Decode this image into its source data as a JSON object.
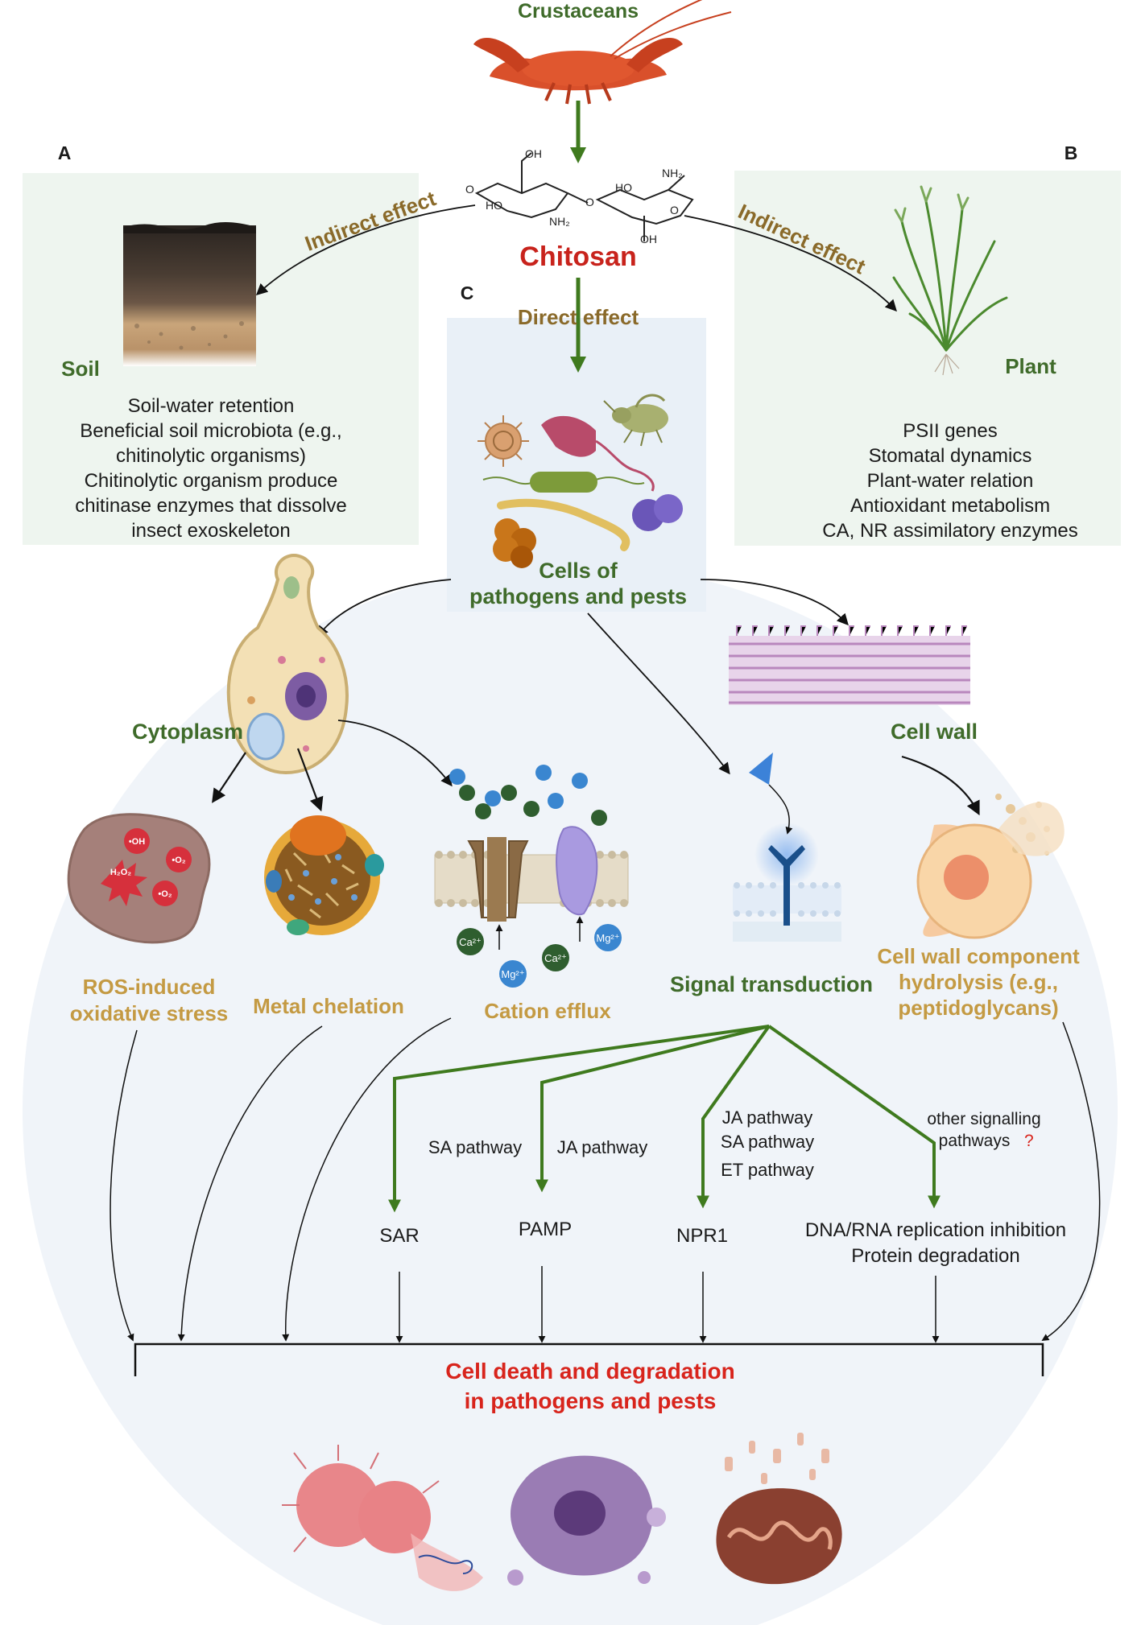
{
  "header": {
    "source_label": "Crustaceans",
    "compound_label": "Chitosan",
    "molecule_labels": [
      "OH",
      "HO",
      "NH₂",
      "O",
      "O",
      "HO",
      "NH₂",
      "O",
      "OH"
    ]
  },
  "panels": {
    "a": {
      "letter": "A",
      "arrow_label": "Indirect effect",
      "title": "Soil",
      "lines": [
        "Soil-water retention",
        "Beneficial soil microbiota (e.g.,",
        "chitinolytic organisms)",
        "Chitinolytic organism produce",
        "chitinase enzymes that dissolve",
        "insect exoskeleton"
      ]
    },
    "b": {
      "letter": "B",
      "arrow_label": "Indirect effect",
      "title": "Plant",
      "lines": [
        "PSII genes",
        "Stomatal dynamics",
        "Plant-water relation",
        "Antioxidant metabolism",
        "CA, NR assimilatory enzymes"
      ]
    },
    "c": {
      "letter": "C",
      "arrow_label": "Direct effect",
      "title_lines": [
        "Cells of",
        "pathogens and pests"
      ]
    }
  },
  "targets": {
    "cytoplasm": "Cytoplasm",
    "cell_wall": "Cell wall"
  },
  "mechanisms": {
    "ros_lines": [
      "ROS-induced",
      "oxidative stress"
    ],
    "ros_species": [
      "•OH",
      "H₂O₂",
      "•O₂",
      "•O₂"
    ],
    "chelation": "Metal chelation",
    "efflux": "Cation efflux",
    "ion_labels": [
      "Mg²⁺",
      "Ca²⁺"
    ],
    "signal": "Signal transduction",
    "hydrolysis_lines": [
      "Cell wall component",
      "hydrolysis (e.g.,",
      "peptidoglycans)"
    ]
  },
  "pathways": {
    "sa": "SA pathway",
    "ja": "JA pathway",
    "multi": [
      "JA pathway",
      "SA pathway",
      "ET pathway"
    ],
    "other": [
      "other signalling",
      "pathways"
    ],
    "other_mark": "?"
  },
  "responses": {
    "sar": "SAR",
    "pamp": "PAMP",
    "npr1": "NPR1",
    "dna": [
      "DNA/RNA replication inhibition",
      "Protein degradation"
    ]
  },
  "outcome": {
    "lines": [
      "Cell death and degradation",
      "in pathogens and pests"
    ]
  },
  "colors": {
    "green_text": "#3f6b2a",
    "brown_text": "#8a6a2a",
    "tan_text": "#c49a43",
    "red_text": "#d8241c",
    "green_arrow": "#3f7a1e",
    "panel_bg": "#eef5ef",
    "circle_bg": "#f0f4f9"
  }
}
